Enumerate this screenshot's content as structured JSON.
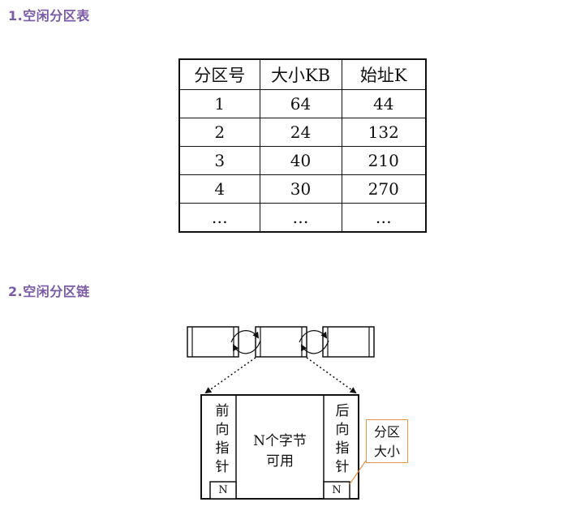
{
  "section1": {
    "heading": "1.空闲分区表"
  },
  "table": {
    "headers": [
      "分区号",
      "大小KB",
      "始址K"
    ],
    "rows": [
      [
        "1",
        "64",
        "44"
      ],
      [
        "2",
        "24",
        "132"
      ],
      [
        "3",
        "40",
        "210"
      ],
      [
        "4",
        "30",
        "270"
      ],
      [
        "…",
        "…",
        "…"
      ]
    ]
  },
  "section2": {
    "heading": "2.空闲分区链"
  },
  "block": {
    "front_pointer": "前\n向\n指\n针",
    "back_pointer": "后\n向\n指\n针",
    "center_line1": "N个字节",
    "center_line2": "可用",
    "left_n": "N",
    "right_n": "N",
    "size_label_line1": "分区",
    "size_label_line2": "大小"
  }
}
